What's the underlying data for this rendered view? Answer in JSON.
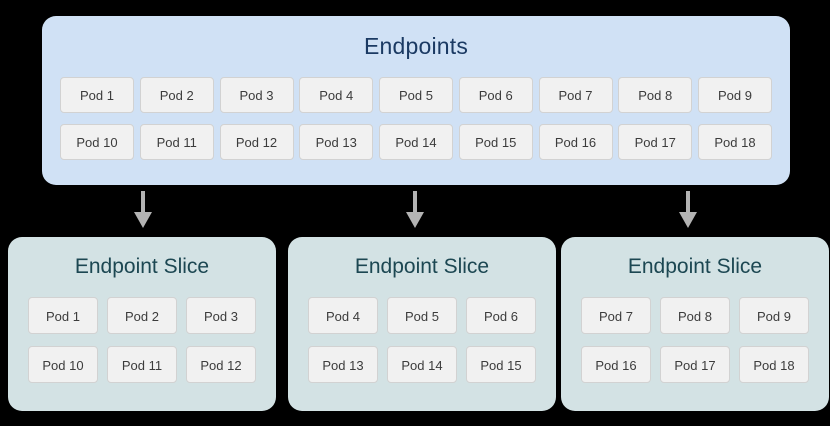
{
  "colors": {
    "page_background": "#000000",
    "endpoints_panel_background": "#d0e1f5",
    "endpoints_title_text": "#1b3a63",
    "slice_panel_background": "#d3e2e4",
    "slice_title_text": "#1c4752",
    "pod_chip_background": "#f1f1f1",
    "pod_chip_border": "#d2d2d2",
    "pod_chip_text": "#3c3c3c",
    "arrow": "#b3b3b3"
  },
  "endpoints": {
    "title": "Endpoints",
    "row1": [
      {
        "label": "Pod 1"
      },
      {
        "label": "Pod 2"
      },
      {
        "label": "Pod 3"
      },
      {
        "label": "Pod 4"
      },
      {
        "label": "Pod 5"
      },
      {
        "label": "Pod 6"
      },
      {
        "label": "Pod 7"
      },
      {
        "label": "Pod 8"
      },
      {
        "label": "Pod 9"
      }
    ],
    "row2": [
      {
        "label": "Pod 10"
      },
      {
        "label": "Pod 11"
      },
      {
        "label": "Pod 12"
      },
      {
        "label": "Pod 13"
      },
      {
        "label": "Pod 14"
      },
      {
        "label": "Pod 15"
      },
      {
        "label": "Pod 16"
      },
      {
        "label": "Pod 17"
      },
      {
        "label": "Pod 18"
      }
    ]
  },
  "arrows": [
    {
      "name": "arrow-down-to-slice-1"
    },
    {
      "name": "arrow-down-to-slice-2"
    },
    {
      "name": "arrow-down-to-slice-3"
    }
  ],
  "slices": [
    {
      "title": "Endpoint Slice",
      "row1": [
        {
          "label": "Pod 1"
        },
        {
          "label": "Pod 2"
        },
        {
          "label": "Pod 3"
        }
      ],
      "row2": [
        {
          "label": "Pod 10"
        },
        {
          "label": "Pod 11"
        },
        {
          "label": "Pod 12"
        }
      ]
    },
    {
      "title": "Endpoint Slice",
      "row1": [
        {
          "label": "Pod 4"
        },
        {
          "label": "Pod 5"
        },
        {
          "label": "Pod 6"
        }
      ],
      "row2": [
        {
          "label": "Pod 13"
        },
        {
          "label": "Pod 14"
        },
        {
          "label": "Pod 15"
        }
      ]
    },
    {
      "title": "Endpoint Slice",
      "row1": [
        {
          "label": "Pod 7"
        },
        {
          "label": "Pod 8"
        },
        {
          "label": "Pod 9"
        }
      ],
      "row2": [
        {
          "label": "Pod 16"
        },
        {
          "label": "Pod 17"
        },
        {
          "label": "Pod 18"
        }
      ]
    }
  ]
}
